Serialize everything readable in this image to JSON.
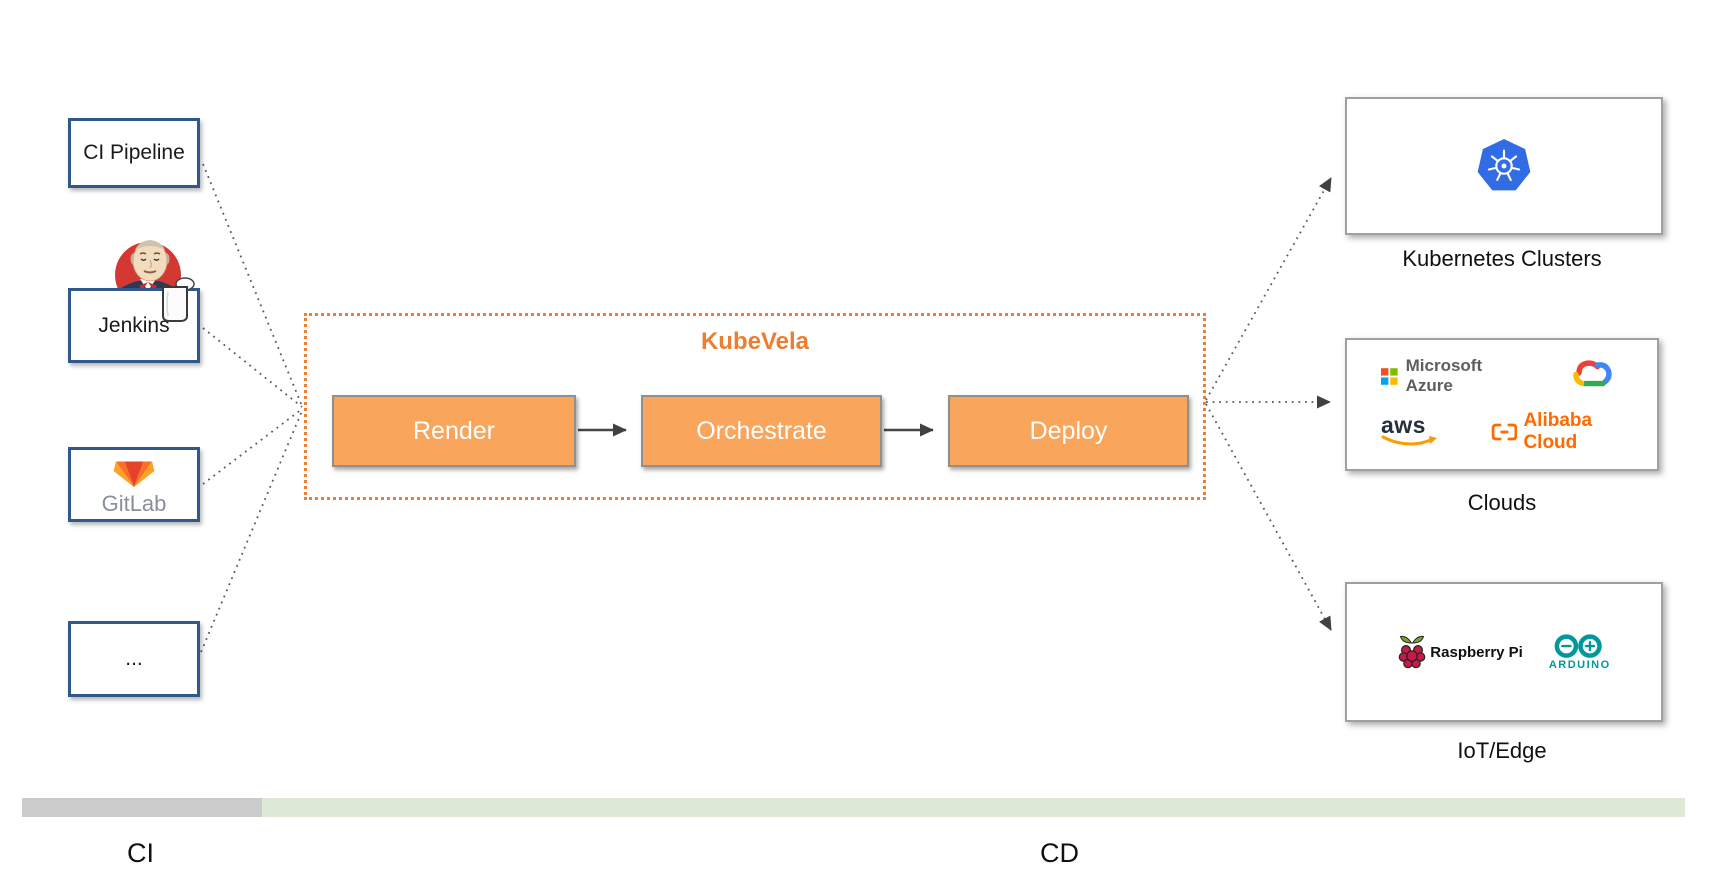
{
  "diagram": {
    "title": "KubeVela",
    "ci_sources": [
      {
        "label": "CI Pipeline"
      },
      {
        "label": "Jenkins"
      },
      {
        "label": "GitLab"
      },
      {
        "label": "..."
      }
    ],
    "pipeline_steps": [
      {
        "label": "Render"
      },
      {
        "label": "Orchestrate"
      },
      {
        "label": "Deploy"
      }
    ],
    "targets": [
      {
        "label": "Kubernetes Clusters"
      },
      {
        "label": "Clouds"
      },
      {
        "label": "IoT/Edge"
      }
    ],
    "logos": {
      "azure_text": "Microsoft Azure",
      "aws_text": "aws",
      "alibaba_text": "Alibaba Cloud",
      "raspberry_text": "Raspberry Pi",
      "arduino_text": "ARDUINO"
    },
    "phase_bar": {
      "ci_label": "CI",
      "cd_label": "CD"
    },
    "colors": {
      "kubevela_orange": "#ED7D31",
      "step_fill": "#F9A55C",
      "source_border_blue": "#31588A",
      "target_border_gray": "#A0A0A0",
      "connector_gray": "#595959",
      "ci_bar_gray": "#CBCBCB",
      "cd_bar_green": "#DDE9D5"
    }
  }
}
